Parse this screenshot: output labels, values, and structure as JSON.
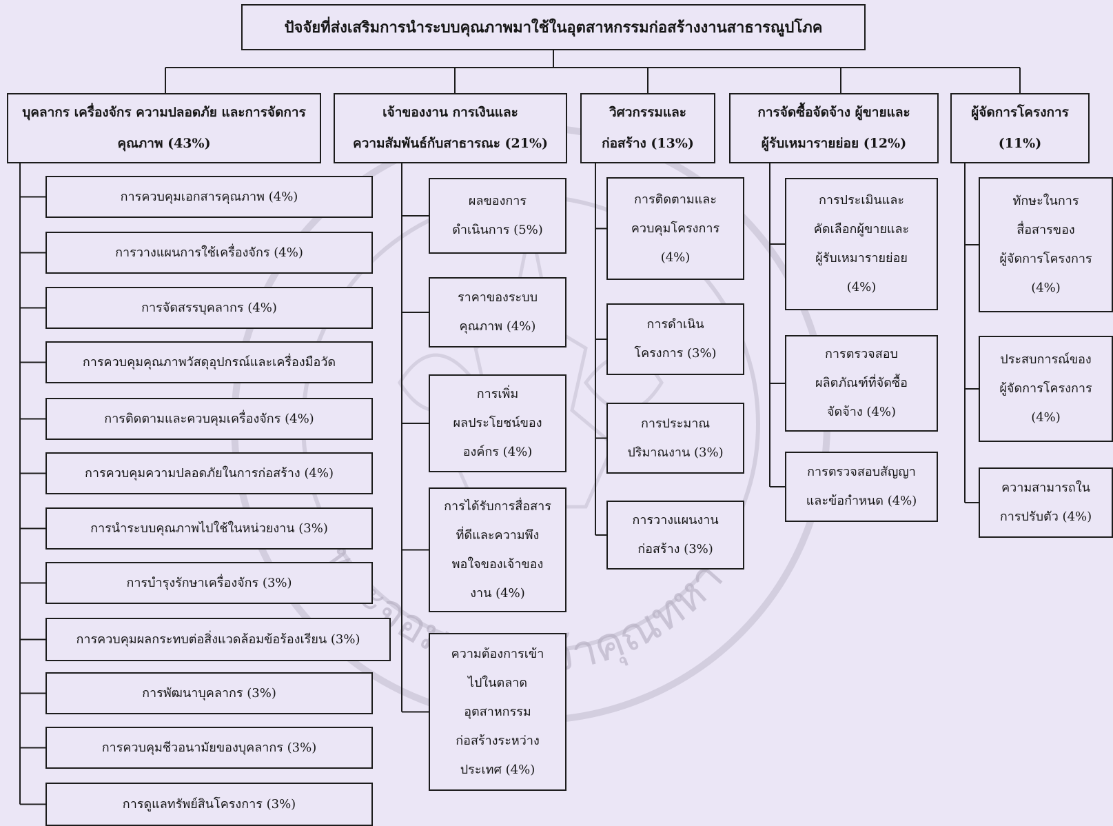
{
  "diagram": {
    "title": "ปัจจัยที่ส่งเสริมการนำระบบคุณภาพมาใช้ในอุตสาหกรรมก่อสร้างงานสาธารณูปโภค",
    "categories": [
      {
        "label": "บุคลากร เครื่องจักร ความปลอดภัย และการจัดการ\nคุณภาพ (43%)",
        "items": [
          "การควบคุมเอกสารคุณภาพ (4%)",
          "การวางแผนการใช้เครื่องจักร (4%)",
          "การจัดสรรบุคลากร (4%)",
          "การควบคุมคุณภาพวัสดุอุปกรณ์และเครื่องมือวัด",
          "การติดตามและควบคุมเครื่องจักร (4%)",
          "การควบคุมความปลอดภัยในการก่อสร้าง (4%)",
          "การนำระบบคุณภาพไปใช้ในหน่วยงาน (3%)",
          "การบำรุงรักษาเครื่องจักร (3%)",
          "การควบคุมผลกระทบต่อสิ่งแวดล้อมข้อร้องเรียน (3%)",
          "การพัฒนาบุคลากร (3%)",
          "การควบคุมชีวอนามัยของบุคลากร (3%)",
          "การดูแลทรัพย์สินโครงการ (3%)"
        ]
      },
      {
        "label": "เจ้าของงาน การเงินและ\nความสัมพันธ์กับสาธารณะ (21%)",
        "items": [
          "ผลของการ\nดำเนินการ (5%)",
          "ราคาของระบบ\nคุณภาพ (4%)",
          "การเพิ่ม\nผลประโยชน์ของ\nองค์กร (4%)",
          "การได้รับการสื่อสาร\nที่ดีและความพึง\nพอใจของเจ้าของ\nงาน (4%)",
          "ความต้องการเข้า\nไปในตลาด\nอุตสาหกรรม\nก่อสร้างระหว่าง\nประเทศ (4%)"
        ]
      },
      {
        "label": "วิศวกรรมและ\nก่อสร้าง (13%)",
        "items": [
          "การติดตามและ\nควบคุมโครงการ\n(4%)",
          "การดำเนิน\nโครงการ (3%)",
          "การประมาณ\nปริมาณงาน (3%)",
          "การวางแผนงาน\nก่อสร้าง (3%)"
        ]
      },
      {
        "label": "การจัดซื้อจัดจ้าง ผู้ขายและ\nผู้รับเหมารายย่อย (12%)",
        "items": [
          "การประเมินและ\nคัดเลือกผู้ขายและ\nผู้รับเหมารายย่อย\n(4%)",
          "การตรวจสอบ\nผลิตภัณฑ์ที่จัดซื้อ\nจัดจ้าง (4%)",
          "การตรวจสอบสัญญา\nและข้อกำหนด (4%)"
        ]
      },
      {
        "label": "ผู้จัดการโครงการ\n(11%)",
        "items": [
          "ทักษะในการ\nสื่อสารของ\nผู้จัดการโครงการ\n(4%)",
          "ประสบการณ์ของ\nผู้จัดการโครงการ\n(4%)",
          "ความสามารถใน\nการปรับตัว (4%)"
        ]
      }
    ]
  },
  "watermark": {
    "kind": "university-seal",
    "text": "พระจอมเกล้าเจ้าคุณทหาร",
    "color": "#b4adc0"
  },
  "colors": {
    "background": "#ebe6f6",
    "line": "#1c1c1c"
  }
}
